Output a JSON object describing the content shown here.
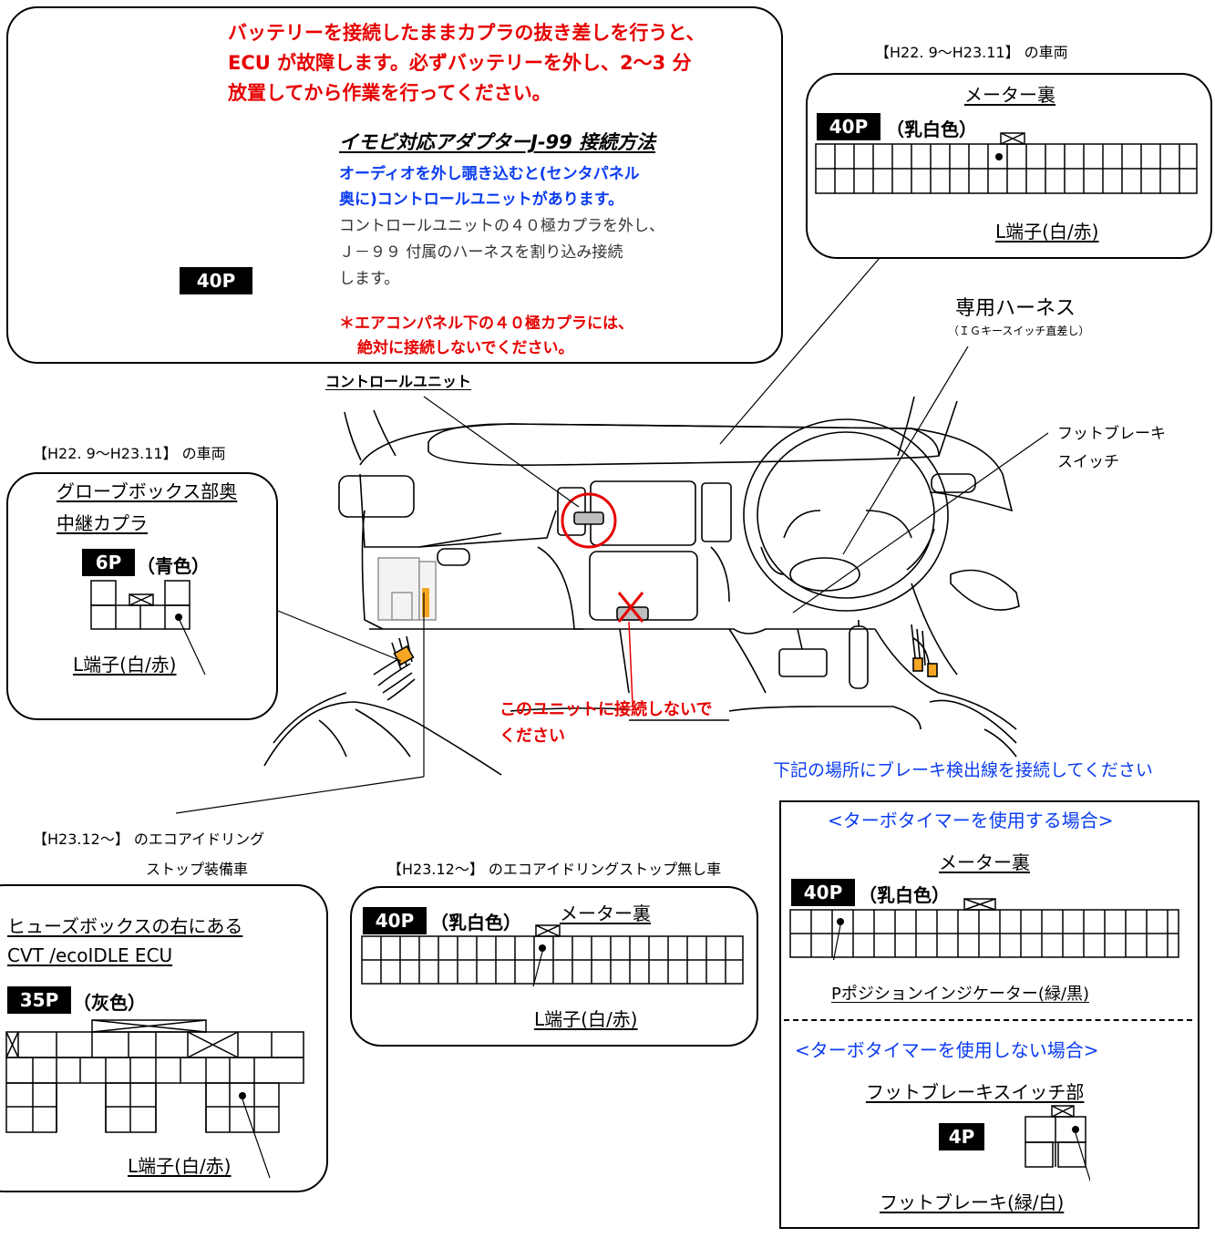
{
  "warning": {
    "line1": "バッテリーを接続したままカプラの抜き差しを行うと、",
    "line2": "ECU が故障します。必ずバッテリーを外し、2～3 分",
    "line3": "放置してから作業を行ってください。",
    "title": "イモビ対応アダプターJ-99  接続方法",
    "blue1": "オーディオを外し覗き込むと(センタパネル",
    "blue2": "奥に)コントロールユニットがあります。",
    "body1": "コントロールユニットの４０極カプラを外し、",
    "body2": "Ｊ－９９ 付属のハーネスを割り込み接続",
    "body3": "します。",
    "note1": "＊エアコンパネル下の４０極カプラには、",
    "note2": "絶対に接続しないでください。",
    "unit_badge": "40P"
  },
  "meter_top": {
    "caption": "【H22. 9～H23.11】 の車両",
    "title": "メーター裏",
    "badge": "40P",
    "color": "（乳白色）",
    "terminal": "L端子(白/赤)"
  },
  "harness": {
    "title": "専用ハーネス",
    "sub": "（ＩＧキースイッチ直差し）"
  },
  "control_unit_label": "コントロールユニット",
  "foot_brake_label1": "フットブレーキ",
  "foot_brake_label2": "スイッチ",
  "glove": {
    "caption": "【H22. 9～H23.11】 の車両",
    "line1": "グローブボックス部奥",
    "line2": "中継カプラ",
    "badge": "6P",
    "color": "（青色）",
    "terminal": "L端子(白/赤)"
  },
  "no_connect": {
    "line1": "このユニットに接続しないで",
    "line2": "ください"
  },
  "brake_heading": "下記の場所にブレーキ検出線を接続してください",
  "eco_stop": {
    "caption1": "【H23.12～】 のエコアイドリング",
    "caption2": "ストップ装備車",
    "line1": "ヒューズボックスの右にある",
    "line2": "CVT /ecoIDLE ECU",
    "badge": "35P",
    "color": "（灰色）",
    "terminal": "L端子(白/赤)"
  },
  "eco_nostop": {
    "caption": "【H23.12～】 のエコアイドリングストップ無し車",
    "badge": "40P",
    "color": "（乳白色）",
    "title": "メーター裏",
    "terminal": "L端子(白/赤)"
  },
  "turbo": {
    "heading_use": "<ターボタイマーを使用する場合>",
    "title_use": "メーター裏",
    "badge_use": "40P",
    "color_use": "（乳白色）",
    "terminal_use": "Pポジションインジケーター(緑/黒)",
    "heading_nouse": "<ターボタイマーを使用しない場合>",
    "title_nouse": "フットブレーキスイッチ部",
    "badge_nouse": "4P",
    "terminal_nouse": "フットブレーキ(緑/白)"
  },
  "colors": {
    "red": "#e60000",
    "blue": "#0a3cf0",
    "orange": "#f5a623"
  }
}
